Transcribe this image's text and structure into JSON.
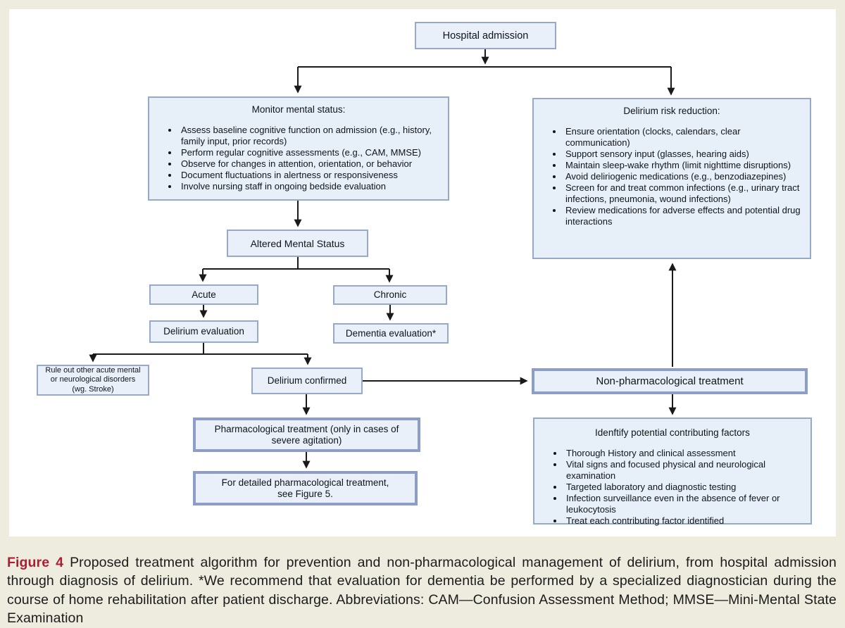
{
  "figure": {
    "nodes": {
      "hospital_admission": "Hospital admission",
      "monitor": {
        "title": "Monitor mental status:",
        "bullets": [
          "Assess baseline cognitive function on admission (e.g., history, family input, prior records)",
          "Perform regular cognitive assessments (e.g., CAM, MMSE)",
          "Observe for changes in attention, orientation, or behavior",
          "Document fluctuations in alertness or responsiveness",
          "Involve nursing staff in ongoing bedside evaluation"
        ]
      },
      "risk_reduction": {
        "title": "Delirium risk reduction:",
        "bullets": [
          "Ensure orientation (clocks, calendars, clear communication)",
          "Support sensory input (glasses, hearing aids)",
          "Maintain sleep-wake rhythm (limit nighttime disruptions)",
          "Avoid deliriogenic medications (e.g., benzodiazepines)",
          "Screen for and treat common infections (e.g., urinary tract infections, pneumonia, wound infections)",
          "Review medications for adverse effects and potential drug interactions"
        ]
      },
      "altered_mental_status": "Altered Mental Status",
      "acute": "Acute",
      "chronic": "Chronic",
      "delirium_evaluation": "Delirium evaluation",
      "dementia_evaluation": "Dementia evaluation*",
      "rule_out": "Rule out other acute mental or neurological disorders (wg. Stroke)",
      "delirium_confirmed": "Delirium confirmed",
      "non_pharmacological": "Non-pharmacological treatment",
      "pharmacological": "Pharmacological treatment (only in cases of severe agitation)",
      "detailed_pharmacological": "For detailed pharmacological treatment, see Figure 5.",
      "contributing_factors": {
        "title": "Idenftify potential contributing factors",
        "bullets": [
          "Thorough History and clinical assessment",
          "Vital signs and focused physical and neurological examination",
          "Targeted laboratory and diagnostic testing",
          "Infection surveillance even in the absence of fever or leukocytosis",
          "Treat each contributing factor identified"
        ]
      }
    },
    "caption": {
      "label": "Figure 4",
      "text": "Proposed treatment algorithm for prevention and non-pharmacological management of delirium, from hospital admission through diagnosis of delirium. *We recommend that evaluation for dementia be performed by a specialized diagnostician during the course of home rehabilitation after patient discharge. Abbreviations: CAM—Confusion Assessment Method; MMSE—Mini-Mental State Examination"
    },
    "colors": {
      "page_background": "#edecdf",
      "panel_background": "#ffffff",
      "node_fill": "#e9f0fa",
      "node_border": "#96a9c9",
      "node_border_thick": "#8c9dc9",
      "arrow": "#1a1a1a",
      "figure_label_accent": "#b01c32"
    }
  }
}
